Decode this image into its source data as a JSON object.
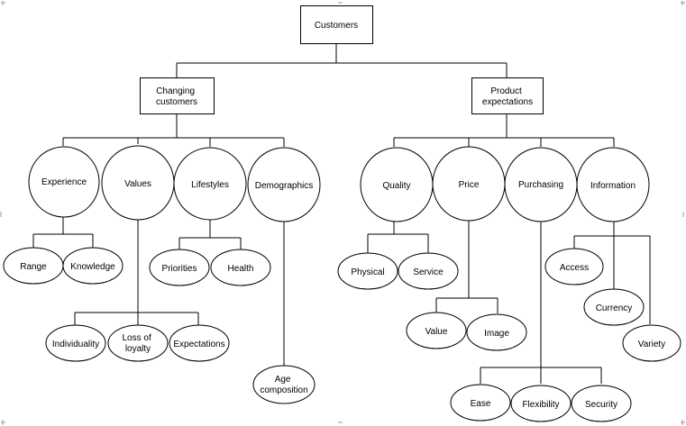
{
  "diagram": {
    "root": "Customers",
    "branches": {
      "changing": "Changing customers",
      "product": "Product expectations"
    },
    "changing_children": {
      "experience": "Experience",
      "values": "Values",
      "lifestyles": "Lifestyles",
      "demographics": "Demographics"
    },
    "product_children": {
      "quality": "Quality",
      "price": "Price",
      "purchasing": "Purchasing",
      "information": "Information"
    },
    "leaves": {
      "range": "Range",
      "knowledge": "Knowledge",
      "individuality": "Individuality",
      "loss_of_loyalty": "Loss of loyalty",
      "expectations": "Expectations",
      "priorities": "Priorities",
      "health": "Health",
      "age_composition": "Age composition",
      "physical": "Physical",
      "service": "Service",
      "value": "Value",
      "image": "Image",
      "ease": "Ease",
      "flexibility": "Flexibility",
      "security": "Security",
      "access": "Access",
      "currency": "Currency",
      "variety": "Variety"
    }
  }
}
